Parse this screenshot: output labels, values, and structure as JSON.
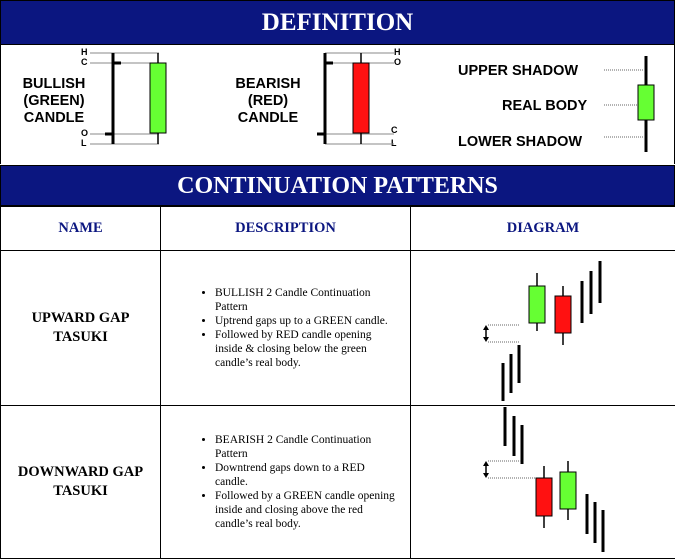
{
  "definition": {
    "title": "DEFINITION",
    "bullish": {
      "label_lines": [
        "BULLISH",
        "(GREEN)",
        "CANDLE"
      ],
      "markers": {
        "h": "H",
        "c": "C",
        "o": "O",
        "l": "L"
      }
    },
    "bearish": {
      "label_lines": [
        "BEARISH",
        "(RED)",
        "CANDLE"
      ],
      "markers": {
        "h": "H",
        "o": "O",
        "c": "C",
        "l": "L"
      }
    },
    "anatomy": {
      "upper_shadow": "UPPER SHADOW",
      "real_body": "REAL BODY",
      "lower_shadow": "LOWER SHADOW"
    }
  },
  "continuation": {
    "title": "CONTINUATION PATTERNS",
    "headers": {
      "name": "NAME",
      "description": "DESCRIPTION",
      "diagram": "DIAGRAM"
    },
    "patterns": [
      {
        "name_lines": [
          "UPWARD GAP",
          "TASUKI"
        ],
        "bullets": [
          "BULLISH 2 Candle Continuation Pattern",
          "Uptrend gaps up to a GREEN candle.",
          "Followed by RED candle opening inside & closing below the green candle’s real body."
        ]
      },
      {
        "name_lines": [
          "DOWNWARD GAP",
          "TASUKI"
        ],
        "bullets": [
          "BEARISH 2 Candle Continuation Pattern",
          "Downtrend gaps down to a RED candle.",
          "Followed by a GREEN candle opening inside and closing above the red candle’s real body."
        ]
      }
    ]
  },
  "colors": {
    "band": "#0b1680",
    "green": "#66ff33",
    "red": "#ff1111",
    "header_text": "#0b1680"
  }
}
